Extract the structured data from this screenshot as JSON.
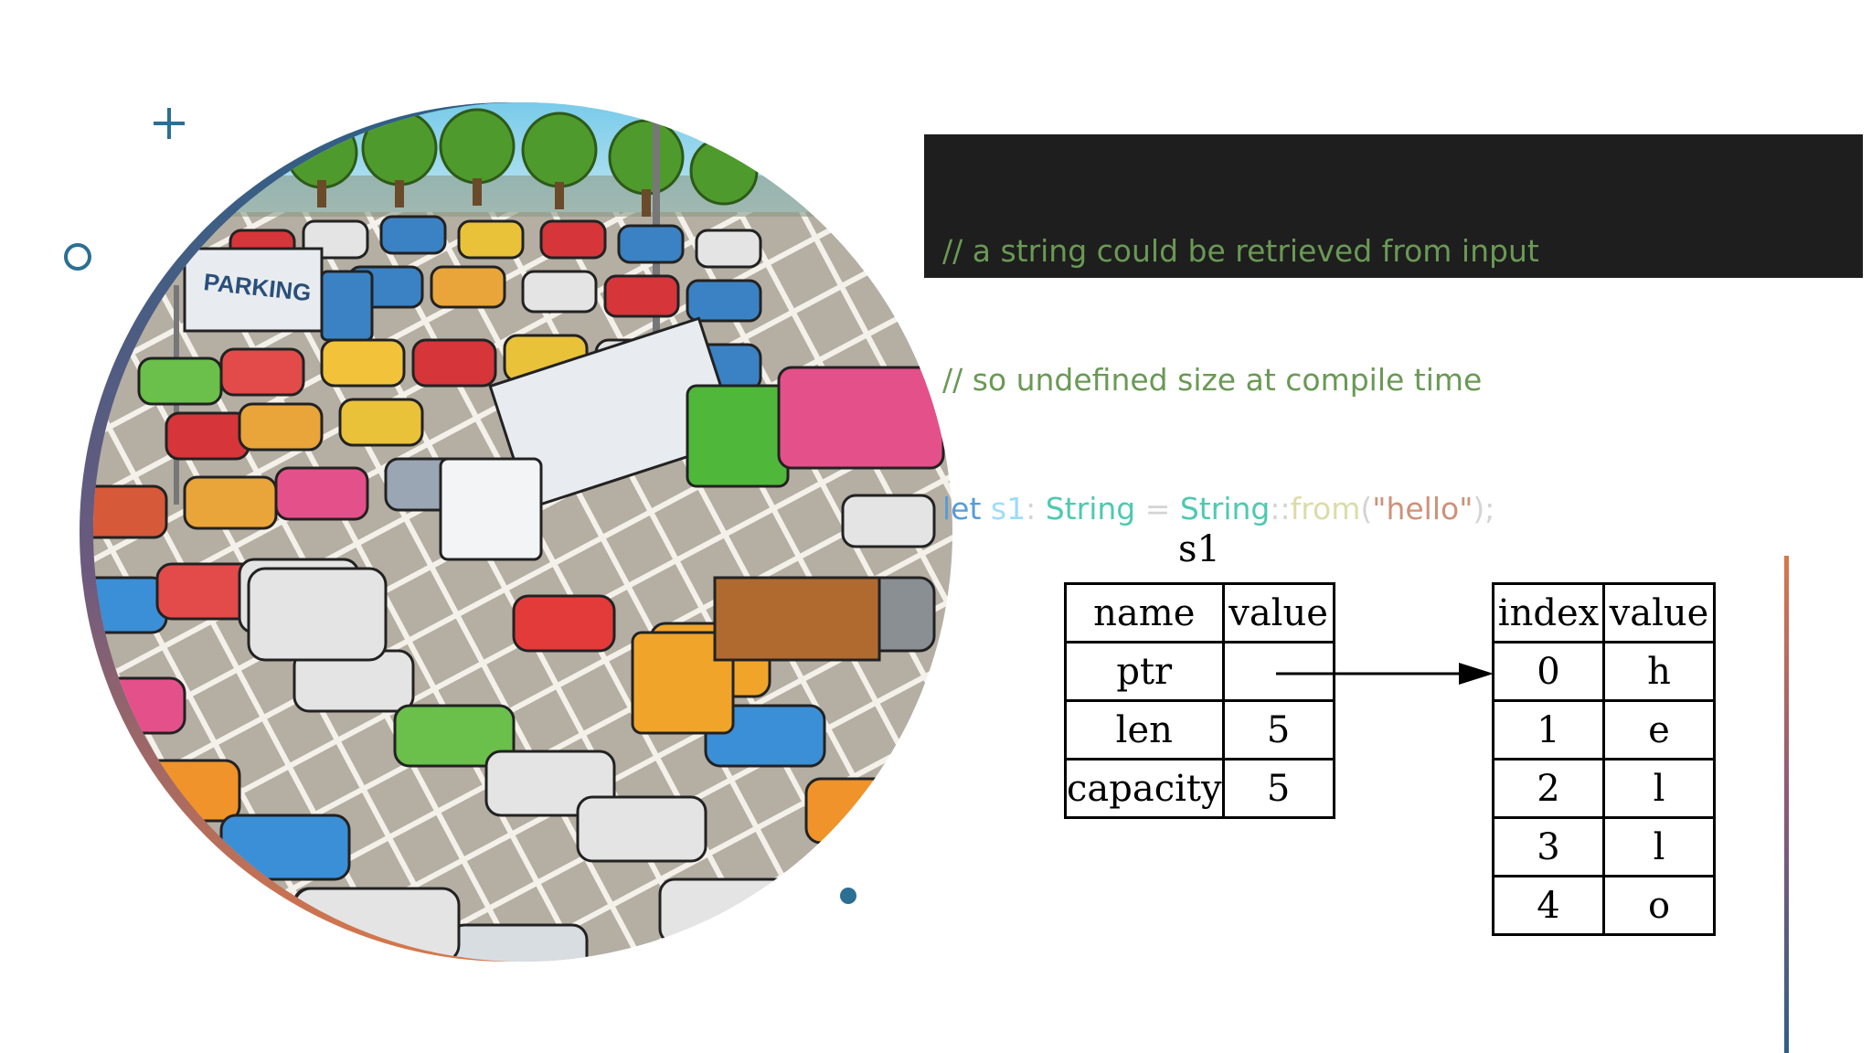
{
  "code": {
    "comment1": "// a string could be retrieved from input",
    "comment2": "// so undefined size at compile time",
    "tokens": {
      "kw_let": "let",
      "var_s1": "s1",
      "colon": ": ",
      "type_string": "String",
      "eq": " = ",
      "type_string2": "String",
      "path_sep": "::",
      "fn_from": "from",
      "lparen": "(",
      "str_hello": "\"hello\"",
      "rparen": ");"
    }
  },
  "illustration": {
    "sign_text": "PARKING"
  },
  "stack": {
    "label": "s1",
    "headers": [
      "name",
      "value"
    ],
    "rows": [
      {
        "name": "ptr",
        "value": ""
      },
      {
        "name": "len",
        "value": "5"
      },
      {
        "name": "capacity",
        "value": "5"
      }
    ]
  },
  "heap": {
    "headers": [
      "index",
      "value"
    ],
    "rows": [
      {
        "index": "0",
        "value": "h"
      },
      {
        "index": "1",
        "value": "e"
      },
      {
        "index": "2",
        "value": "l"
      },
      {
        "index": "3",
        "value": "l"
      },
      {
        "index": "4",
        "value": "o"
      }
    ]
  },
  "colors": {
    "accent": "#2b6f93",
    "code_bg": "#1e1e1e",
    "comment": "#6a9955",
    "keyword": "#569cd6",
    "type": "#4ec9b0",
    "string": "#ce9178"
  }
}
